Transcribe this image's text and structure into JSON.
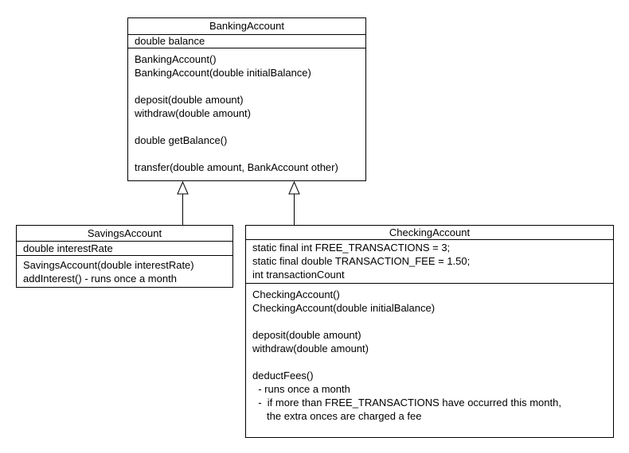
{
  "classes": [
    {
      "name": "BankingAccount",
      "attributes": [
        "double balance"
      ],
      "methods": [
        "BankingAccount()",
        "BankingAccount(double initialBalance)",
        "",
        "deposit(double amount)",
        "withdraw(double amount)",
        "",
        "double getBalance()",
        "",
        "transfer(double amount, BankAccount other)"
      ]
    },
    {
      "name": "SavingsAccount",
      "attributes": [
        "double interestRate"
      ],
      "methods": [
        "SavingsAccount(double interestRate)",
        "addInterest() - runs once a month"
      ]
    },
    {
      "name": "CheckingAccount",
      "attributes": [
        "static final int FREE_TRANSACTIONS = 3;",
        "static final double TRANSACTION_FEE = 1.50;",
        "int transactionCount"
      ],
      "methods": [
        "CheckingAccount()",
        "CheckingAccount(double initialBalance)",
        "",
        "deposit(double amount)",
        "withdraw(double amount)",
        "",
        "deductFees()",
        "  - runs once a month",
        "  -  if more than FREE_TRANSACTIONS have occurred this month,",
        "     the extra onces are charged a fee"
      ]
    }
  ],
  "relations": [
    {
      "type": "inheritance",
      "from": "SavingsAccount",
      "to": "BankingAccount"
    },
    {
      "type": "inheritance",
      "from": "CheckingAccount",
      "to": "BankingAccount"
    }
  ],
  "colors": {
    "background": "#ffffff",
    "box_fill": "#ffffff",
    "line": "#000000",
    "text": "#000000"
  }
}
